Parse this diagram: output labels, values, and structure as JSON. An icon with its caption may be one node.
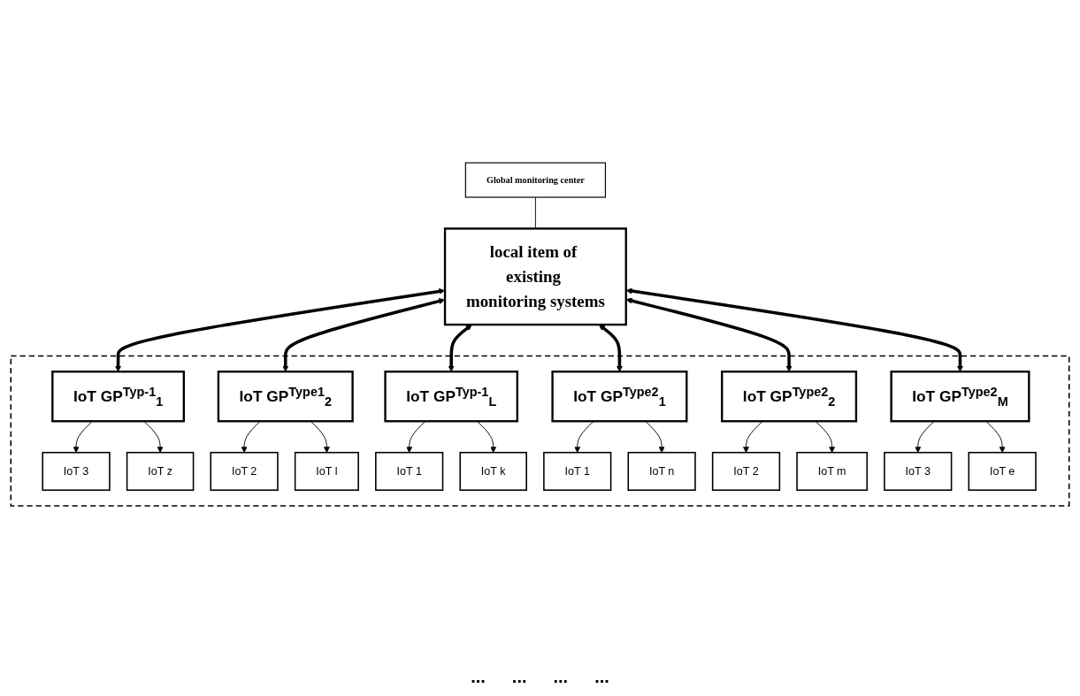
{
  "diagram": {
    "nodes": [
      {
        "text": [
          "Global monitoring center"
        ]
      },
      {
        "text": [
          "local item of existing monitoring systems"
        ]
      },
      {
        "text": [],
        "shape": "box"
      },
      {
        "text": [
          "IoT GP$^{Typ-1}$$_{1}$"
        ],
        "in": 2
      },
      {
        "text": [
          "IoT 3"
        ],
        "in": 2
      },
      {
        "text": [
          "IoT z"
        ],
        "in": 2
      },
      {
        "text": [
          "IoT GP$^{Type1}$$_{2}$"
        ],
        "in": 2
      },
      {
        "text": [
          "IoT 2"
        ],
        "in": 2
      },
      {
        "text": [
          "IoT l"
        ],
        "in": 2
      },
      {
        "text": [
          "IoT GP$^{Typ-1}$$_{L}$"
        ],
        "in": 2
      },
      {
        "text": [
          "IoT 1"
        ],
        "in": 2
      },
      {
        "text": [
          "IoT k"
        ],
        "in": 2
      },
      {
        "text": [
          "IoT GP$^{Type2}$$_{1}$"
        ],
        "in": 2
      },
      {
        "text": [
          "IoT GP$^{Type2}$$_{2}$"
        ],
        "in": 2
      },
      {
        "text": [
          "IoT GP$^{Type2}$$_{M}$"
        ],
        "in": 2
      },
      {
        "text": [
          "IoT 1"
        ],
        "in": 2
      },
      {
        "text": [
          "IoT n"
        ],
        "in": 2
      },
      {
        "text": [
          "IoT 2"
        ],
        "in": 2
      },
      {
        "text": [
          "IoT m"
        ],
        "in": 2
      },
      {
        "text": [
          "IoT 3"
        ],
        "in": 2
      },
      {
        "text": [
          "IoT e"
        ],
        "in": 2
      }
    ],
    "edges": [
      {
        "from": 0,
        "to": 1,
        "arrow": "none"
      },
      {
        "from": 1,
        "to": 3,
        "arrow": "both",
        "style": "thick"
      },
      {
        "from": 1,
        "to": 6,
        "arrow": "both",
        "style": "thick"
      },
      {
        "from": 1,
        "to": 9,
        "arrow": "both",
        "style": "thick"
      },
      {
        "from": 1,
        "to": 12,
        "arrow": "both",
        "style": "thick"
      },
      {
        "from": 1,
        "to": 13,
        "arrow": "both",
        "style": "thick"
      },
      {
        "from": 1,
        "to": 14,
        "arrow": "both",
        "style": "thick"
      },
      {
        "from": 3,
        "to": 4,
        "arrow": "to"
      },
      {
        "from": 3,
        "to": 5,
        "arrow": "to"
      },
      {
        "from": 6,
        "to": 7,
        "arrow": "to"
      },
      {
        "from": 6,
        "to": 8,
        "arrow": "to"
      },
      {
        "from": 9,
        "to": 10,
        "arrow": "to"
      },
      {
        "from": 9,
        "to": 11,
        "arrow": "to"
      },
      {
        "from": 12,
        "to": 15,
        "arrow": "to"
      },
      {
        "from": 12,
        "to": 16,
        "arrow": "to"
      },
      {
        "from": 13,
        "to": 17,
        "arrow": "to"
      },
      {
        "from": 13,
        "to": 18,
        "arrow": "to"
      },
      {
        "from": 14,
        "to": 19,
        "arrow": "to"
      },
      {
        "from": 14,
        "to": 20,
        "arrow": "to"
      }
    ],
    "labels": [
      "...",
      "...",
      "...",
      "..."
    ]
  }
}
